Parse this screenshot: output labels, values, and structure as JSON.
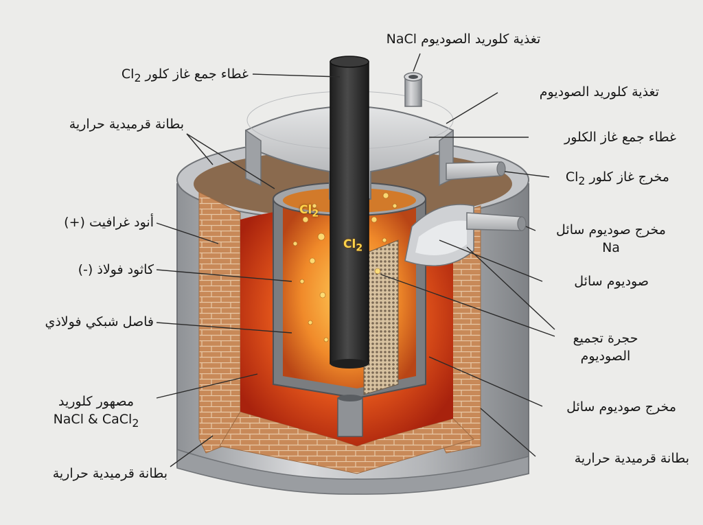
{
  "labels": {
    "top_nacl_feed": "تغذية كلوريد الصوديوم NaCl",
    "cl2_cover": "غطاء جمع غاز كلور Cl",
    "cl2_cover_sub": "2",
    "feed": "تغذية كلوريد الصوديوم",
    "gas_cover": "غطاء جمع غاز الكلور",
    "ceramic_top": "بطانة قرميدية حرارية",
    "cl2_outlet": "مخرج غاز كلور Cl",
    "cl2_outlet_sub": "2",
    "anode": "أنود غرافيت (+)",
    "na_outlet_line1": "مخرج صوديوم سائل",
    "na_outlet_line2": "Na",
    "cathode": "كاثود فولاذ (-)",
    "liquid_na": "صوديوم سائل",
    "separator": "فاصل شبكي فولاذي",
    "chamber_line1": "حجرة تجميع",
    "chamber_line2": "الصوديوم",
    "melt_line1": "مصهور كلوريد",
    "melt_line2": "NaCl & CaCl",
    "melt_line2_sub": "2",
    "na_outlet2": "مخرج صوديوم سائل",
    "ceramic_bottom_left": "بطانة قرميدية حرارية",
    "ceramic_bottom_right": "بطانة قرميدية حرارية"
  },
  "inner_labels": {
    "cl2_a": "Cl",
    "cl2_a_sub": "2",
    "cl2_b": "Cl",
    "cl2_b_sub": "2"
  },
  "colors": {
    "molten": "#e2441a",
    "brick": "#c98a5a",
    "steel": "#b5b7ba",
    "graphite": "#2e2e2e",
    "label_line": "#2a2a2a"
  }
}
